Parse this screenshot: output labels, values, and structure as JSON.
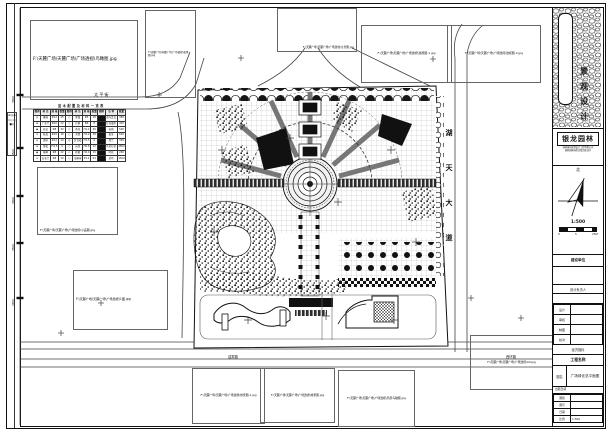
{
  "sheet": {
    "paper": "#ffffff",
    "line": "#1a1a1a",
    "dark_fill": "#111111",
    "grid": "#9a9a9a"
  },
  "xref_labels": {
    "a": "F:\\天麓广场\\天麓广场\\广场透视\\鸟瞰图.jpg",
    "b": "F:\\天麓广场\\天麓广场\\广场透视\\夜景图.jpg",
    "c": "F:\\天麓广场\\天麓广场\\广场透视\\全景图.jpg",
    "d": "F:\\天麓广场\\天麓广场\\广场透视\\透视图-1.jpg",
    "e": "F:\\天麓广场\\天麓广场\\广场透视\\透视图-2.jpg",
    "f": "F:\\天麓广场\\天麓广场\\广场透视\\小品图.jpg",
    "g": "F:\\天麓广场\\天麓广场\\广场透视\\1图.jpg",
    "h1": "F:\\天麓广场\\天麓广场\\广场透视\\效果图-1.jpg",
    "h2": "F:\\天麓广场\\天麓广场\\广场透视\\效果图.jpg",
    "h3": "F:\\天麓广场\\天麓广场\\广场透视\\局部鸟瞰图.jpg",
    "i": "F:\\天麓广场\\天麓广场\\广场透视\\A0.jpg"
  },
  "roads": {
    "top": "太平街",
    "right_chars": [
      "湖",
      "天",
      "大",
      "道"
    ],
    "bottom_left": "迎宾路",
    "bottom_right": "西环路"
  },
  "dims": {
    "tick": "3500"
  },
  "side_symbols": "⊕◎◉⊙◇○●◎",
  "plant_table": {
    "title": "苗木配置及材料一览表",
    "rows": [
      [
        "图例",
        "树 名",
        "规 格",
        "数量",
        "图例",
        "树 名",
        "规 格",
        "数量",
        "图例",
        "名 称",
        "数量"
      ],
      [
        "◎",
        "香樟",
        "Φ12",
        "25",
        "◇",
        "紫薇",
        "Φ5",
        "18",
        "■",
        "金叶女贞",
        "360"
      ],
      [
        "⊕",
        "广玉兰",
        "Φ10",
        "12",
        "◇",
        "红枫",
        "Φ6",
        "8",
        "■",
        "红花檵木",
        "420"
      ],
      [
        "◉",
        "桂花",
        "Φ8",
        "30",
        "○",
        "茶花",
        "H1.2",
        "46",
        "■",
        "杜鹃",
        "500"
      ],
      [
        "⊙",
        "杜英",
        "Φ10",
        "16",
        "○",
        "含笑",
        "H1.0",
        "38",
        "■",
        "麦冬",
        "600"
      ],
      [
        "◎",
        "栾树",
        "Φ12",
        "14",
        "◎",
        "罗汉松",
        "H1.5",
        "6",
        "■",
        "葱兰",
        "300"
      ],
      [
        "⊕",
        "雪松",
        "H4.5",
        "9",
        "○",
        "苏铁",
        "H0.8",
        "12",
        "■",
        "马尼拉草",
        "2800"
      ],
      [
        "◉",
        "垂柳",
        "Φ8",
        "22",
        "◇",
        "棕榈",
        "H2.0",
        "15",
        "■",
        "时花",
        "260"
      ],
      [
        "⊙",
        "白玉兰",
        "Φ8",
        "10",
        "○",
        "海桐球",
        "P1.2",
        "24",
        "■",
        "草坪",
        "1500"
      ]
    ]
  },
  "title_block": {
    "banner_chars": [
      "景",
      "观",
      "设",
      "计"
    ],
    "logo": "银龙园林",
    "logo_sub1": "园林绿化规划设计工程有限公司",
    "logo_sub2": "国家园林绿化贰级资质证书",
    "north": "北",
    "scale": "1:500",
    "scalebar": [
      "0",
      "5",
      "25M"
    ],
    "owner_header": "建设单位",
    "designer_header": "设计负责人",
    "sign_rows": [
      [
        "设计",
        ""
      ],
      [
        "审核",
        ""
      ],
      [
        "制图",
        ""
      ],
      [
        "校对",
        ""
      ]
    ],
    "section_header": "经济指标",
    "project_header": "工程名称",
    "drawing_name_label": "图名",
    "drawing_name": "广场绿化总平面图",
    "date_row": "出图日期",
    "meta": [
      [
        "图别",
        ""
      ],
      [
        "图号",
        ""
      ],
      [
        "日期",
        ""
      ],
      [
        "比例",
        "1:500"
      ]
    ]
  }
}
